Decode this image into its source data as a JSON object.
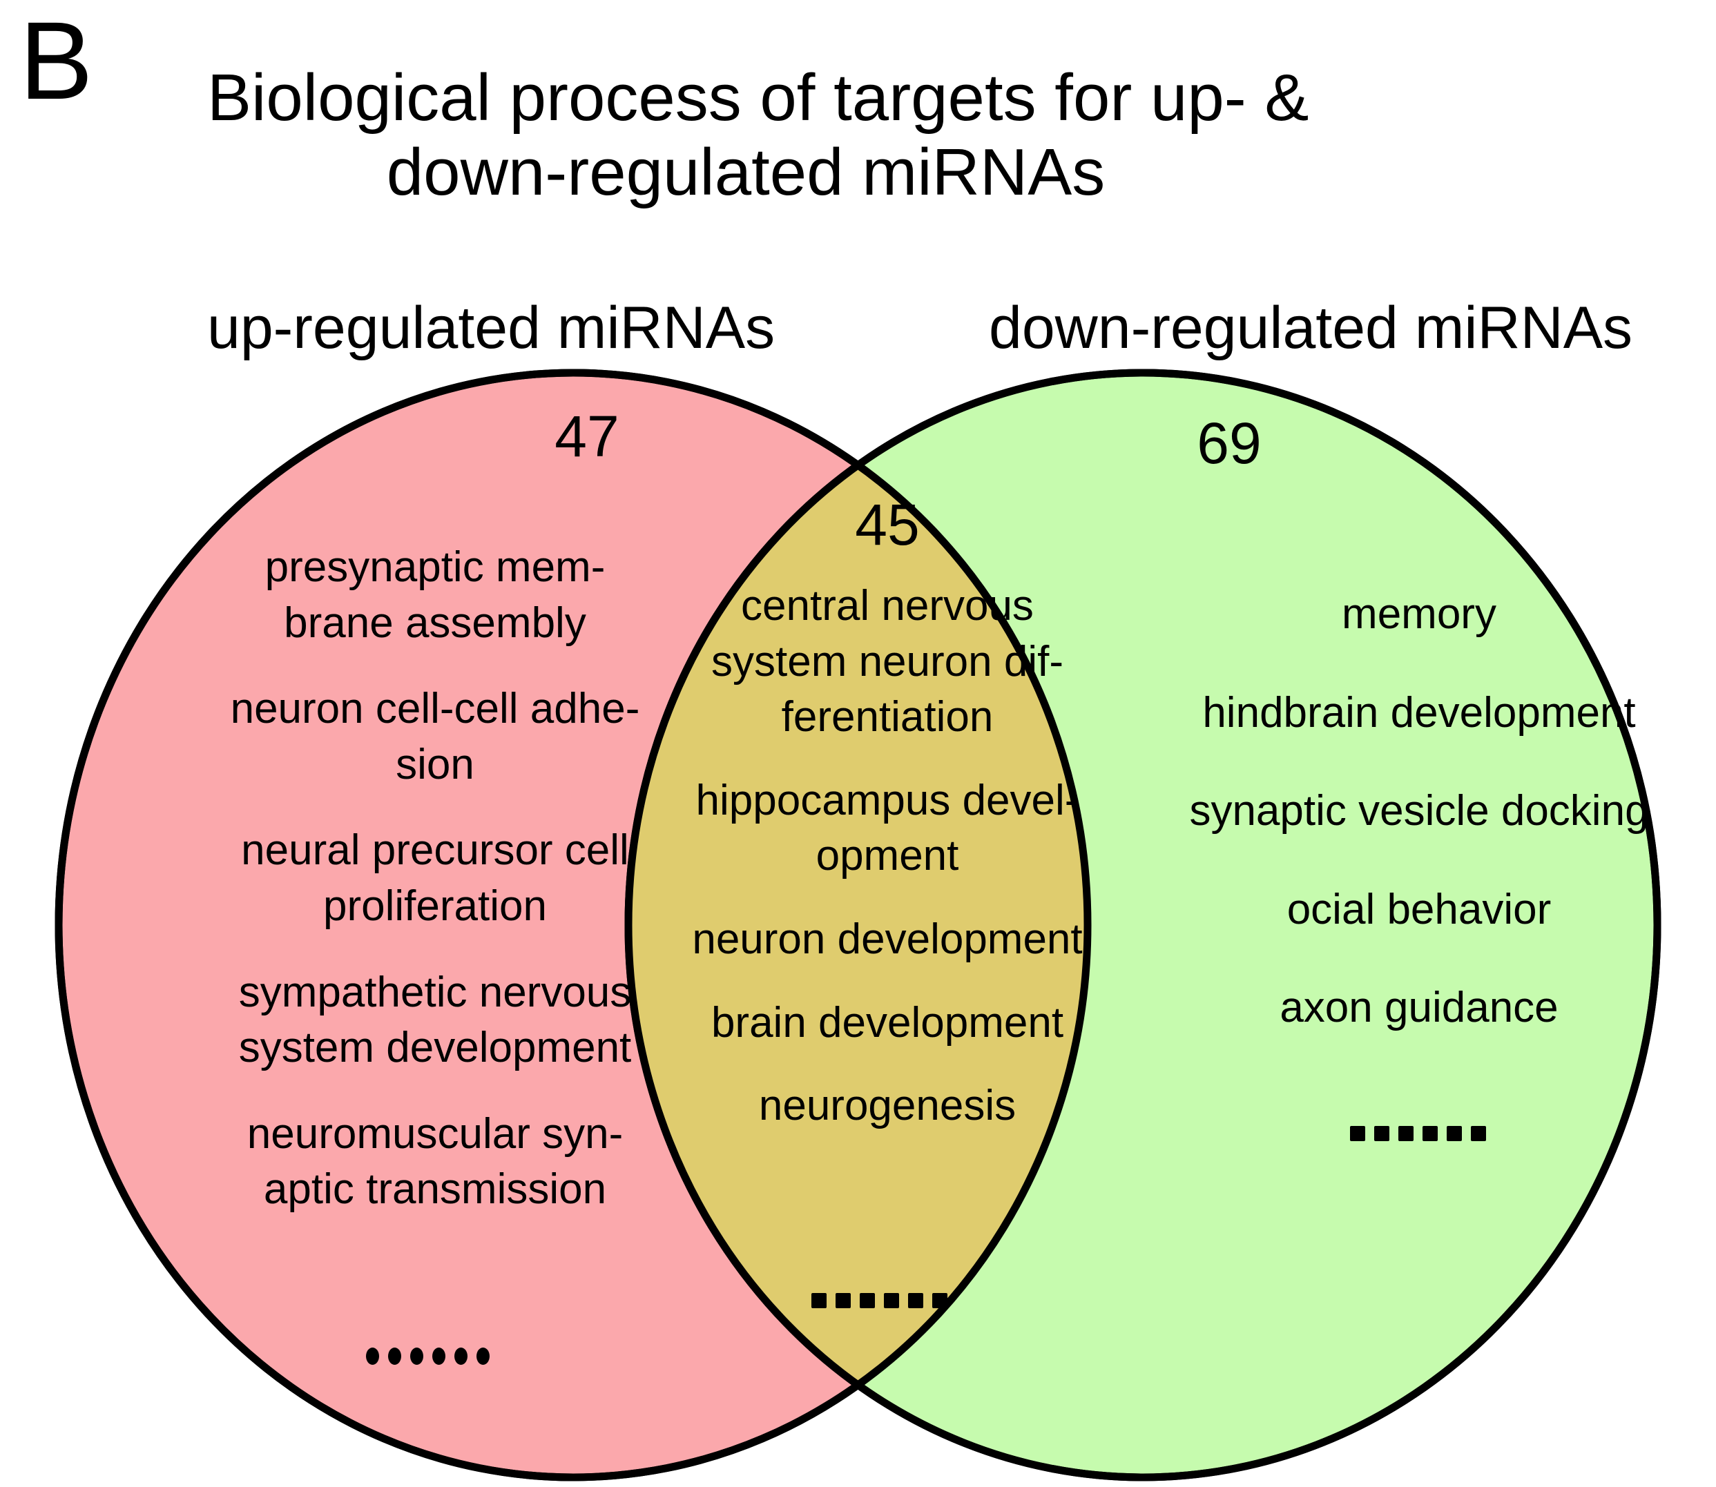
{
  "panel": {
    "label": "B"
  },
  "title": {
    "line1": "Biological process of  targets for up- &",
    "line2": "down-regulated miRNAs"
  },
  "set_labels": {
    "left": "up-regulated miRNAs",
    "right": "down-regulated miRNAs"
  },
  "colors": {
    "left_fill": "#FBA8AC",
    "right_fill": "#C6FBAE",
    "intersection_fill": "#DFCC6E",
    "outline": "#000000",
    "text": "#000000",
    "background": "#FFFFFF"
  },
  "chart_data": {
    "type": "venn",
    "title": "Biological process of  targets for up- & down-regulated miRNAs",
    "sets": [
      {
        "name": "up-regulated miRNAs",
        "exclusive_count": 47,
        "fill": "#FBA8AC",
        "terms": [
          "presynaptic mem-\nbrane assembly",
          "neuron cell-cell adhe-\nsion",
          "neural precursor cell\nproliferation",
          "sympathetic nervous\nsystem development",
          "neuromuscular syn-\naptic transmission"
        ],
        "more_indicator": "······"
      },
      {
        "name": "down-regulated miRNAs",
        "exclusive_count": 69,
        "fill": "#C6FBAE",
        "terms": [
          "memory",
          "hindbrain development",
          "synaptic vesicle docking",
          "ocial behavior",
          "axon guidance"
        ],
        "more_indicator": "······"
      }
    ],
    "intersection": {
      "name": "up-regulated ∩ down-regulated",
      "count": 45,
      "fill": "#DFCC6E",
      "terms": [
        "central nervous\nsystem neuron dif-\nferentiation",
        "hippocampus devel-\nopment",
        "neuron development",
        "brain development",
        "neurogenesis"
      ],
      "more_indicator": "······"
    }
  },
  "left_region": {
    "count": "47",
    "terms": [
      {
        "l1": "presynaptic mem-",
        "l2": "brane assembly"
      },
      {
        "l1": "neuron cell-cell adhe-",
        "l2": "sion"
      },
      {
        "l1": "neural precursor cell",
        "l2": "proliferation"
      },
      {
        "l1": "sympathetic nervous",
        "l2": "system development"
      },
      {
        "l1": "neuromuscular syn-",
        "l2": "aptic transmission"
      }
    ],
    "dots": 6
  },
  "center_region": {
    "count": "45",
    "terms": [
      {
        "l1": "central nervous",
        "l2": "system neuron dif-",
        "l3": "ferentiation"
      },
      {
        "l1": "hippocampus devel-",
        "l2": "opment"
      },
      {
        "l1": "neuron development"
      },
      {
        "l1": "brain development"
      },
      {
        "l1": "neurogenesis"
      }
    ],
    "dots": 6
  },
  "right_region": {
    "count": "69",
    "terms": [
      {
        "l1": "memory"
      },
      {
        "l1": "hindbrain development"
      },
      {
        "l1": "synaptic vesicle docking"
      },
      {
        "l1": "ocial behavior"
      },
      {
        "l1": "axon guidance"
      }
    ],
    "dots": 6
  }
}
